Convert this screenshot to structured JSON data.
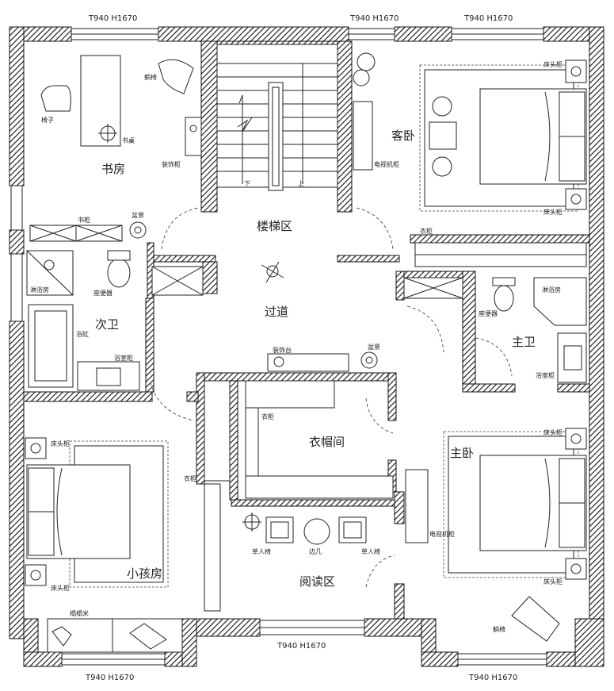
{
  "window_labels": {
    "top_left": "T940  H1670",
    "top_mid": "T940  H1670",
    "top_right": "T940  H1670",
    "bottom_left": "T940  H1670",
    "bottom_mid": "T940  H1670",
    "bottom_right": "T940  H1670"
  },
  "rooms": {
    "study": "书房",
    "stair": "楼梯区",
    "guest": "客卧",
    "corridor": "过道",
    "bath2": "次卫",
    "master_bath": "主卫",
    "closet": "衣帽间",
    "master": "主卧",
    "kids": "小孩房",
    "reading": "阅读区"
  },
  "furniture": {
    "recliner": "躺椅",
    "chair": "椅子",
    "desk": "书桌",
    "display_cabinet": "装饰柜",
    "tv_cabinet": "电视机柜",
    "nightstand": "床头柜",
    "bookcase": "书柜",
    "plant": "盆景",
    "wardrobe": "衣柜",
    "shower": "淋浴房",
    "toilet": "座便器",
    "bathtub": "浴缸",
    "vanity": "浴室柜",
    "decor_table": "装饰台",
    "single_chair": "单人椅",
    "side_table": "边几",
    "tatami": "榻榻米",
    "recliner2": "躺椅"
  },
  "stair_marks": {
    "down": "下",
    "up": "上"
  }
}
